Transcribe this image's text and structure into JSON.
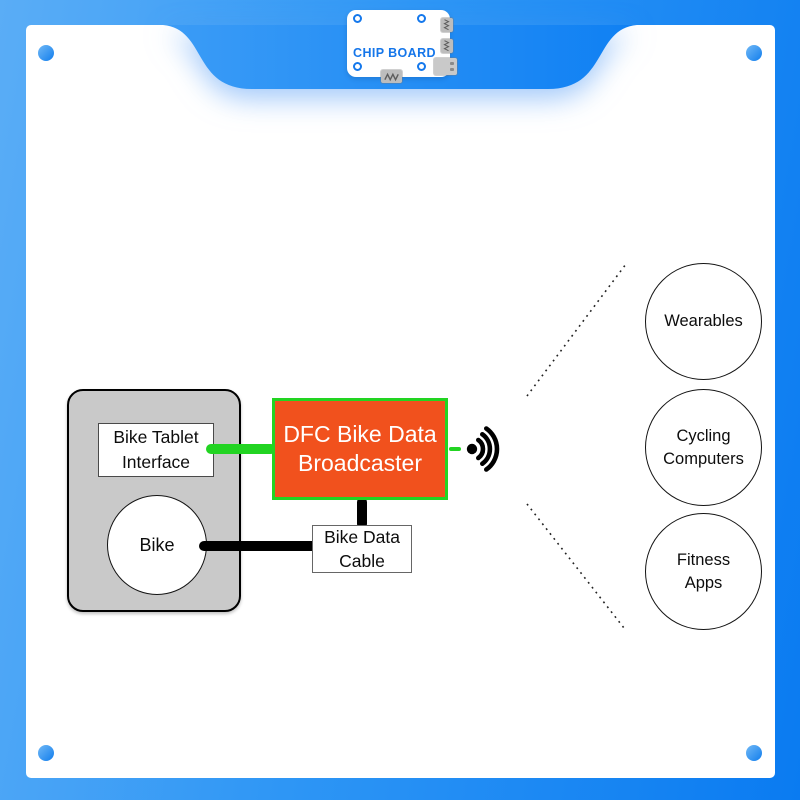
{
  "logo_card": {
    "title": "CHIP BOARD"
  },
  "diagram": {
    "bike_group": {
      "tablet_interface": {
        "lines": [
          "Bike Tablet",
          "Interface"
        ]
      },
      "bike": {
        "label": "Bike"
      }
    },
    "broadcaster": {
      "lines": [
        "DFC Bike Data",
        "Broadcaster"
      ]
    },
    "cable_label": {
      "lines": [
        "Bike Data",
        "Cable"
      ]
    },
    "receivers": [
      {
        "name": "wearables",
        "lines": [
          "Wearables"
        ]
      },
      {
        "name": "cycling-computers",
        "lines": [
          "Cycling",
          "Computers"
        ]
      },
      {
        "name": "fitness-apps",
        "lines": [
          "Fitness",
          "Apps"
        ]
      }
    ],
    "icons": {
      "wifi": "wifi-broadcast-icon",
      "connectors": [
        "pin-header-icon",
        "pin-header-icon",
        "usb-port-icon",
        "pin-header-icon"
      ]
    }
  },
  "colors": {
    "frame_blue_light": "#5aadf6",
    "frame_blue_dark": "#0a7bf1",
    "logo_blue": "#1576ea",
    "broadcaster_orange": "#f1511d",
    "connection_green": "#22d422",
    "group_gray": "#c9c9c9"
  }
}
